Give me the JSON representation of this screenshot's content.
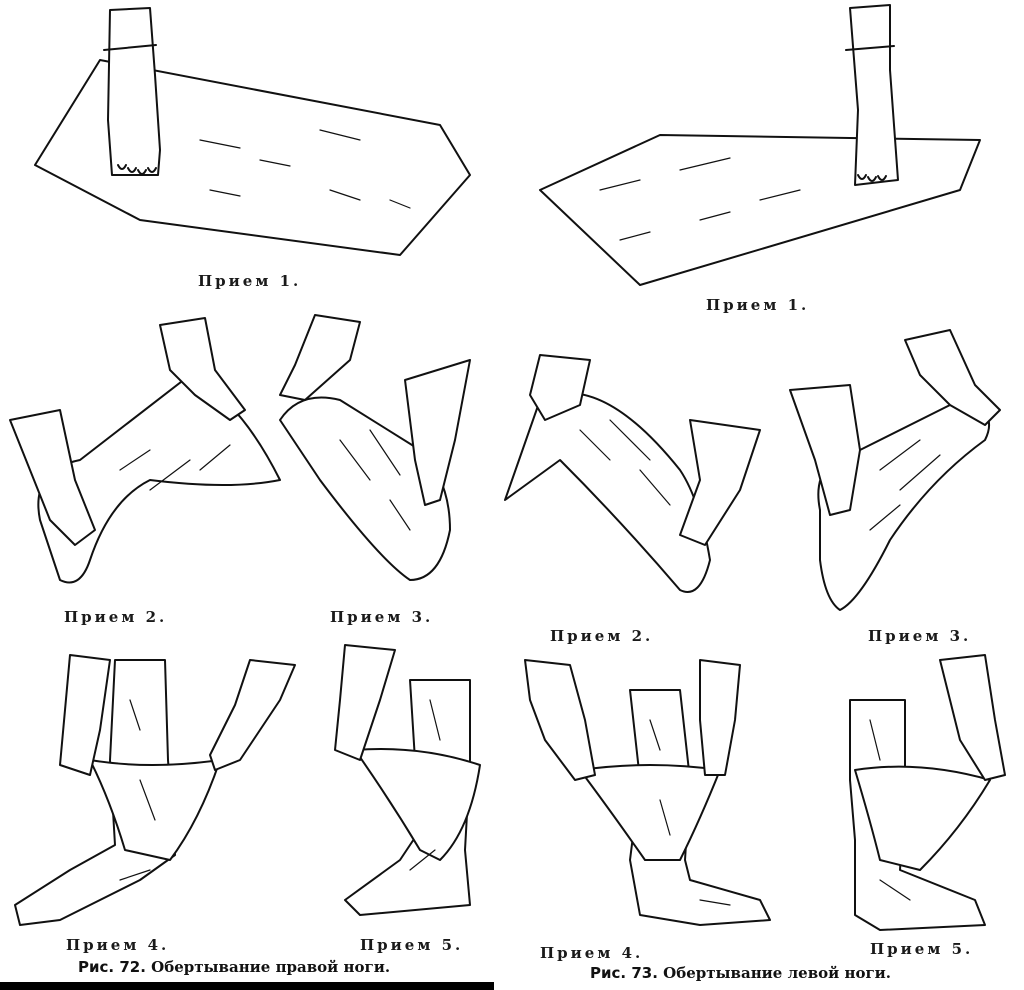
{
  "right_leg": {
    "step1": "Прием 1.",
    "step2": "Прием 2.",
    "step3": "Прием 3.",
    "step4": "Прием 4.",
    "step5": "Прием 5.",
    "caption_fig": "Рис. 72.",
    "caption_text": "Обертывание правой ноги."
  },
  "left_leg": {
    "step1": "Прием 1.",
    "step2": "Прием 2.",
    "step3": "Прием 3.",
    "step4": "Прием 4.",
    "step5": "Прием 5.",
    "caption_fig": "Рис. 73.",
    "caption_text": "Обертывание левой ноги."
  }
}
